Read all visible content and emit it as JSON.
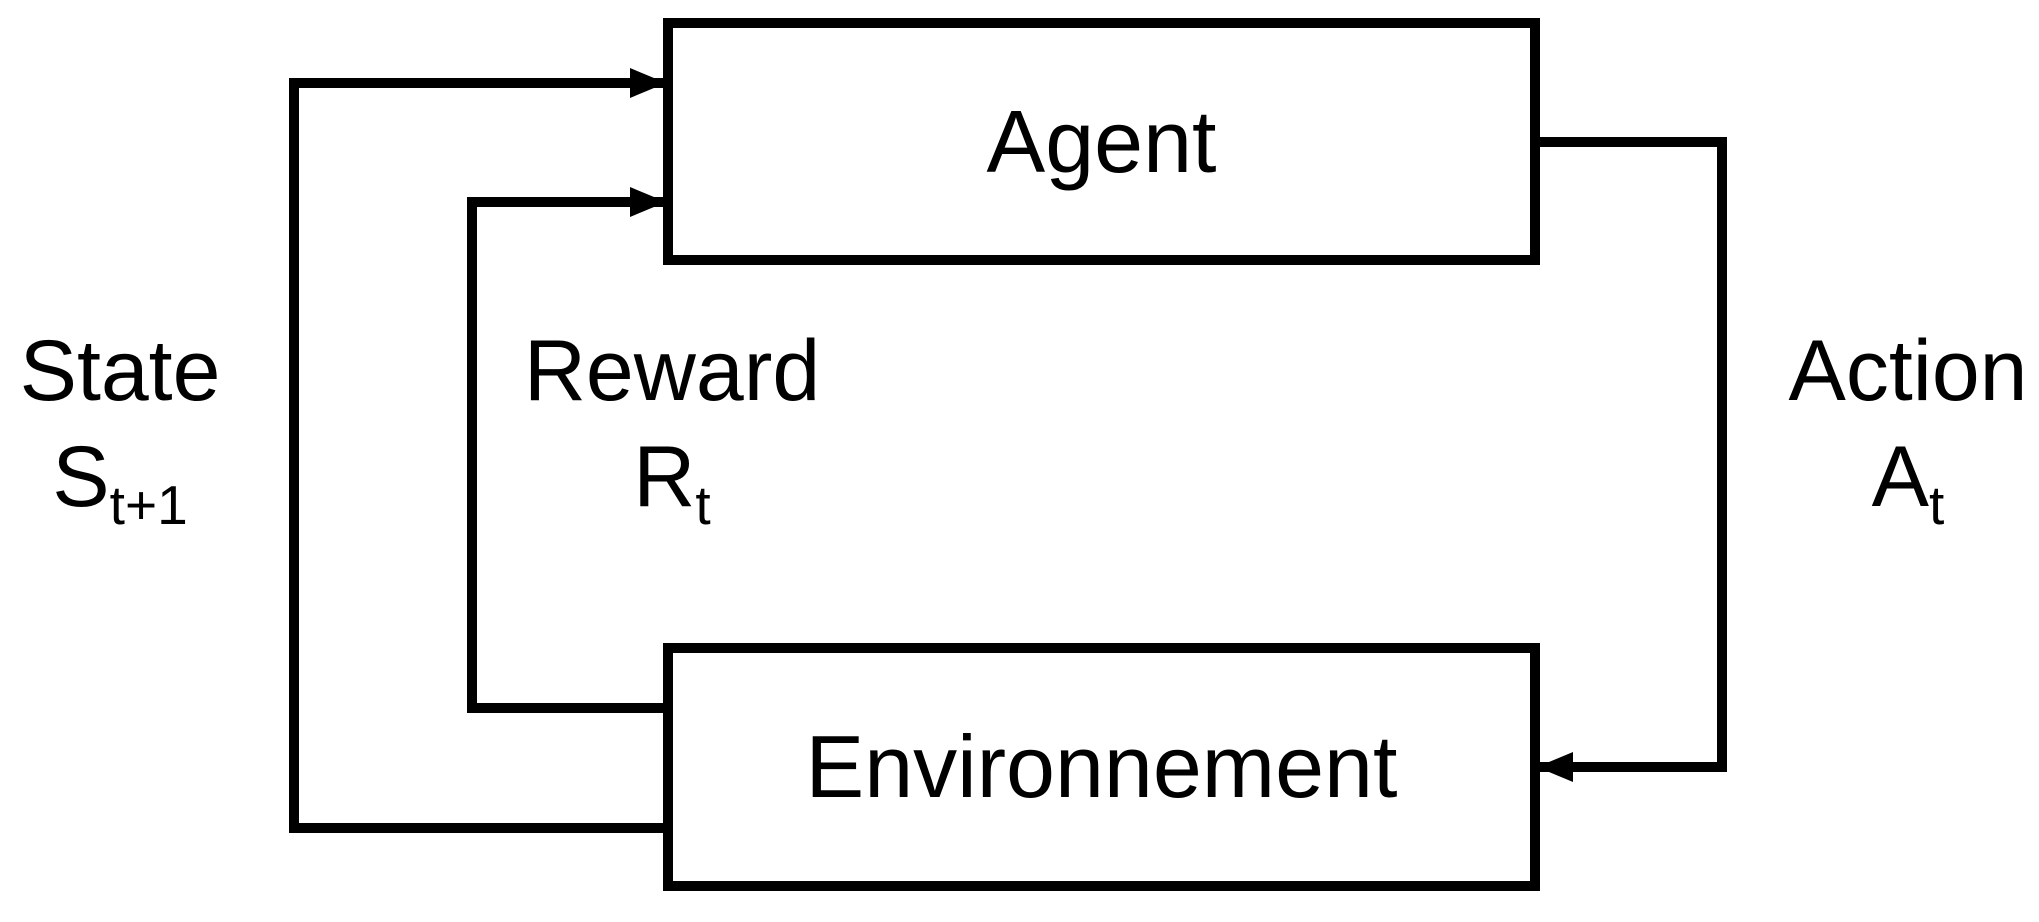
{
  "diagram": {
    "nodes": {
      "agent": {
        "label": "Agent"
      },
      "environment": {
        "label": "Environnement"
      }
    },
    "edges": {
      "state": {
        "word": "State",
        "symbol": "S",
        "subscript": "t+1",
        "from": "environment",
        "to": "agent"
      },
      "reward": {
        "word": "Reward",
        "symbol": "R",
        "subscript": "t",
        "from": "environment",
        "to": "agent"
      },
      "action": {
        "word": "Action",
        "symbol": "A",
        "subscript": "t",
        "from": "agent",
        "to": "environment"
      }
    },
    "colors": {
      "stroke": "#000000",
      "background": "#ffffff"
    }
  }
}
